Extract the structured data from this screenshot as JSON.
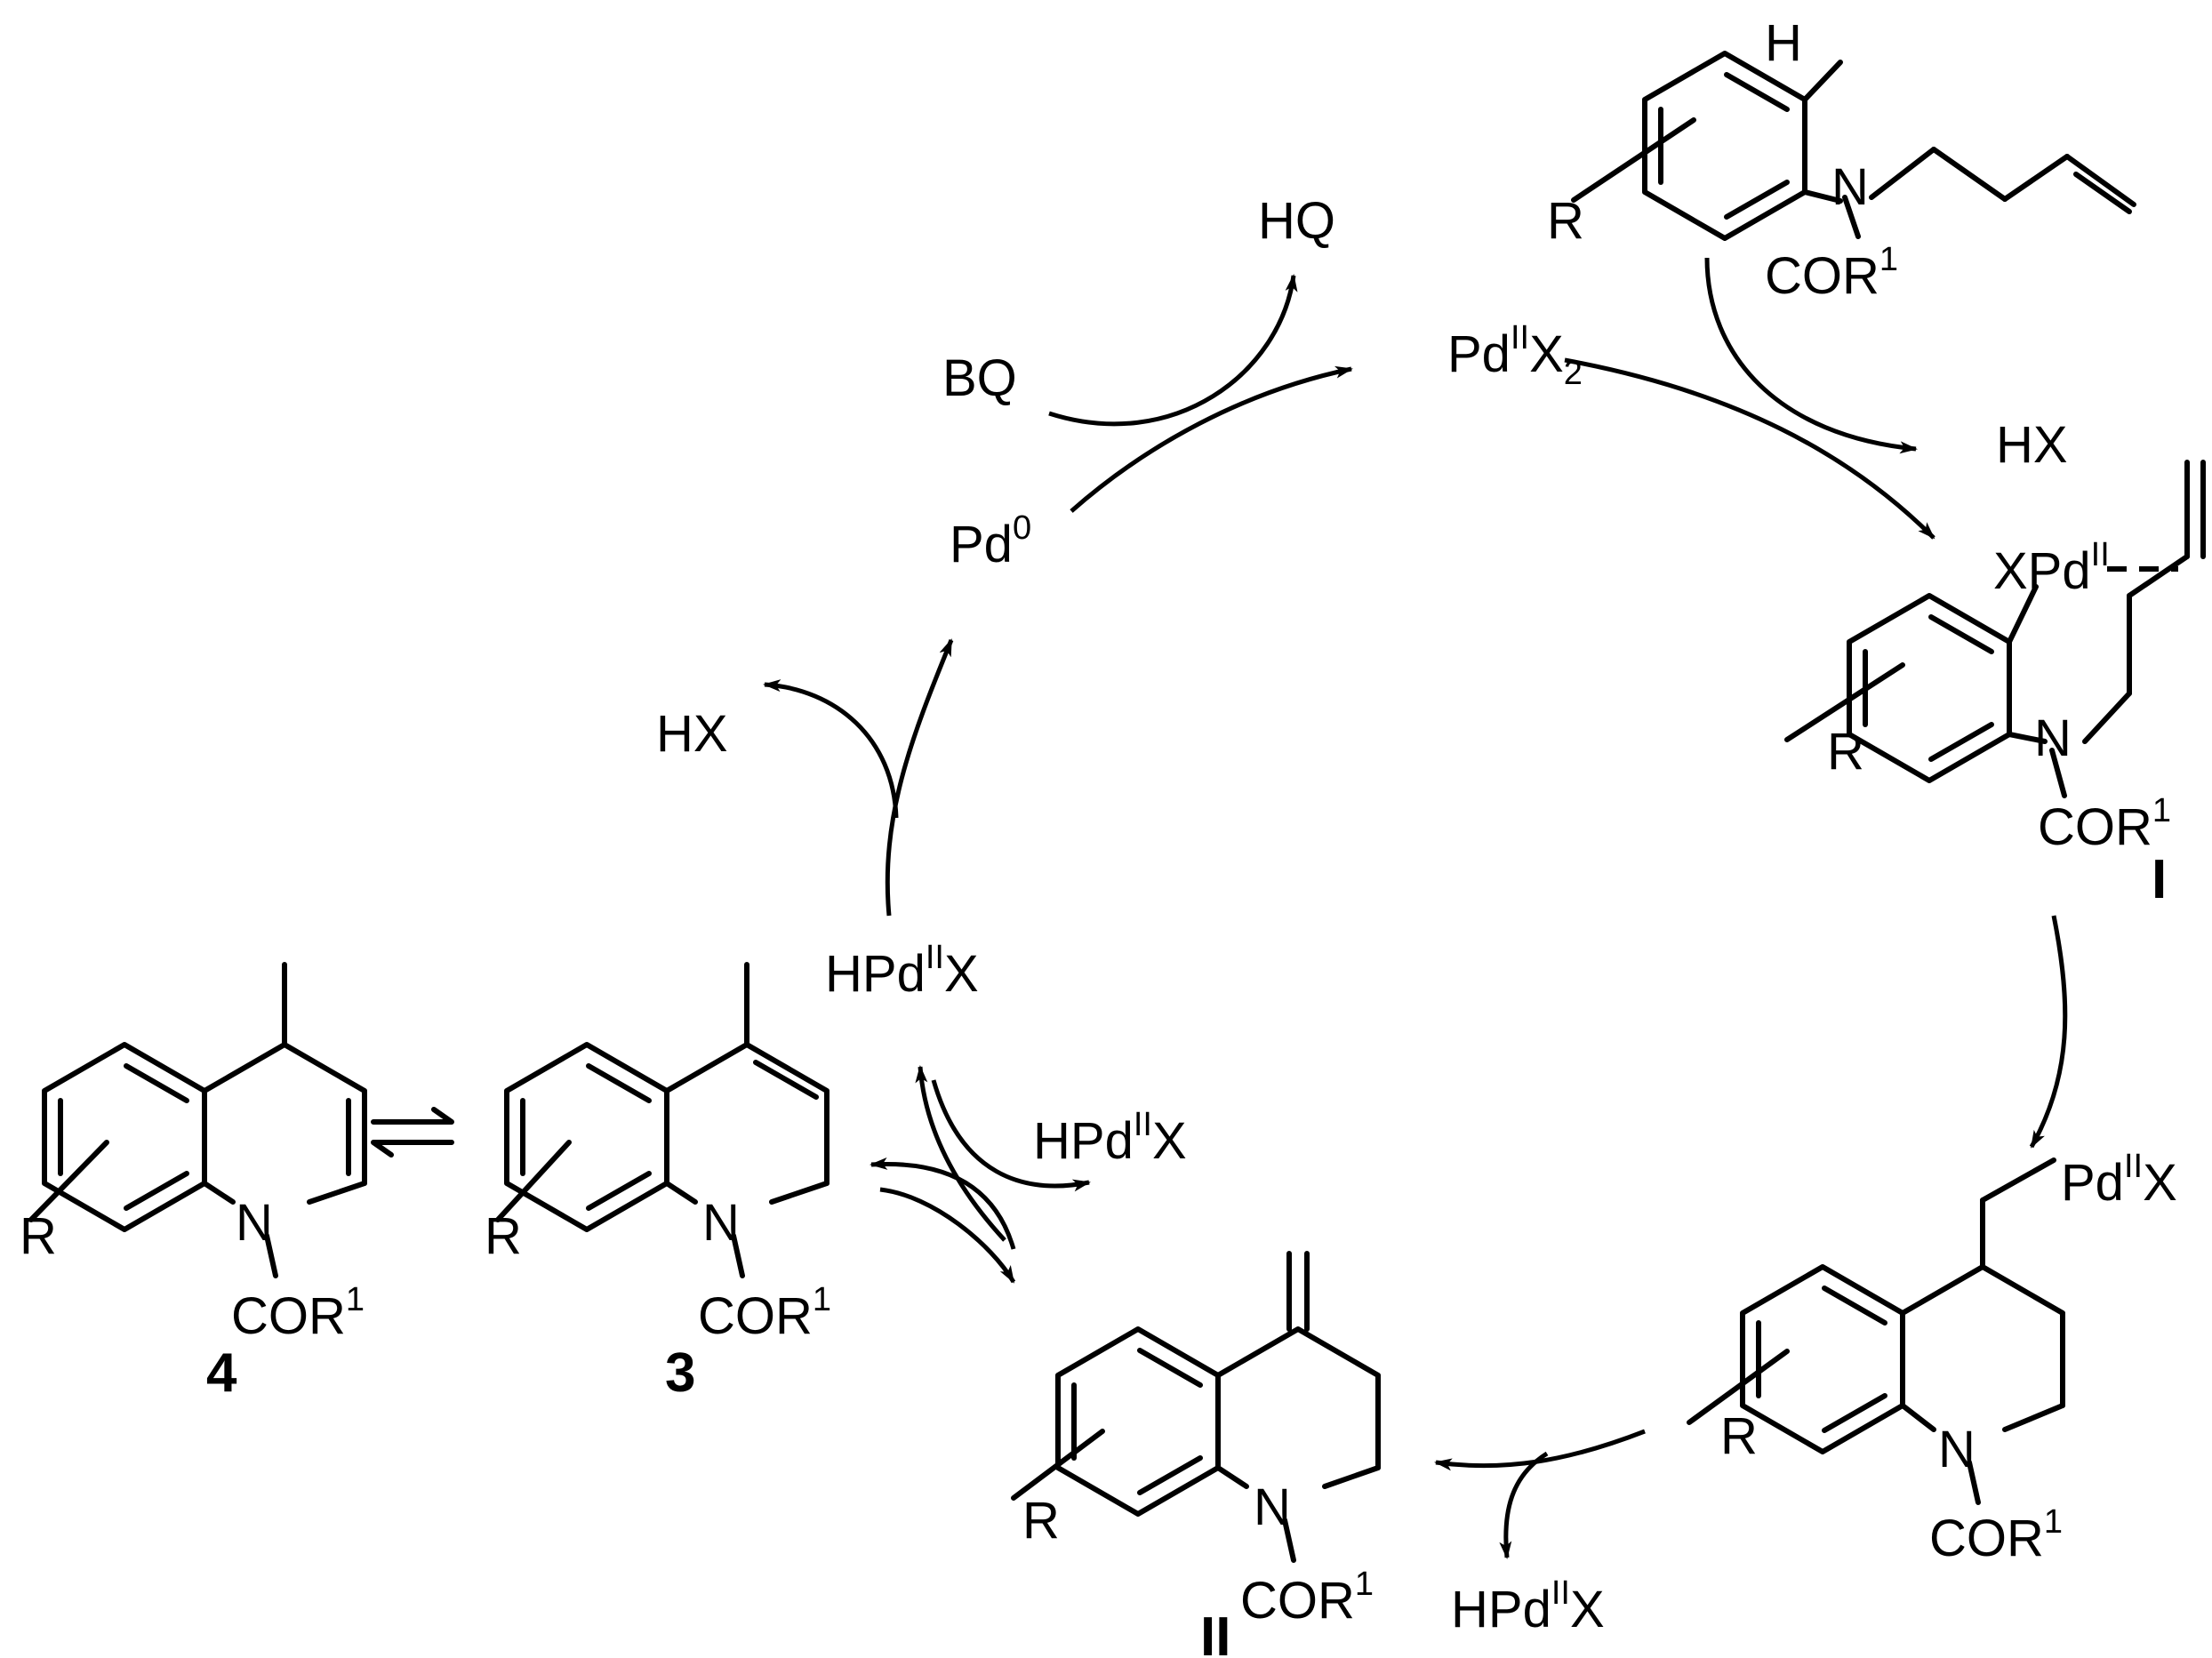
{
  "reagents": {
    "hq": "HQ",
    "bq": "BQ",
    "pdx2_main": "Pd",
    "pdx2_ox": "II",
    "pdx2_x": "X",
    "pdx2_sub": "2",
    "hx_top": "HX",
    "hx_left": "HX",
    "pd0_main": "Pd",
    "pd0_ox": "0",
    "hpdx_h": "HPd",
    "hpdx_ox": "II",
    "hpdx_x": "X"
  },
  "groups": {
    "r": "R",
    "n": "N",
    "h": "H",
    "cor_main": "COR",
    "cor_sup": "1",
    "xpd_main": "XPd",
    "xpd_ox": "II",
    "pdx_main": "Pd",
    "pdx_ox": "II",
    "pdx_x": "X"
  },
  "compounds": {
    "c4": "4",
    "c3": "3",
    "cI": "I",
    "cII": "II"
  }
}
